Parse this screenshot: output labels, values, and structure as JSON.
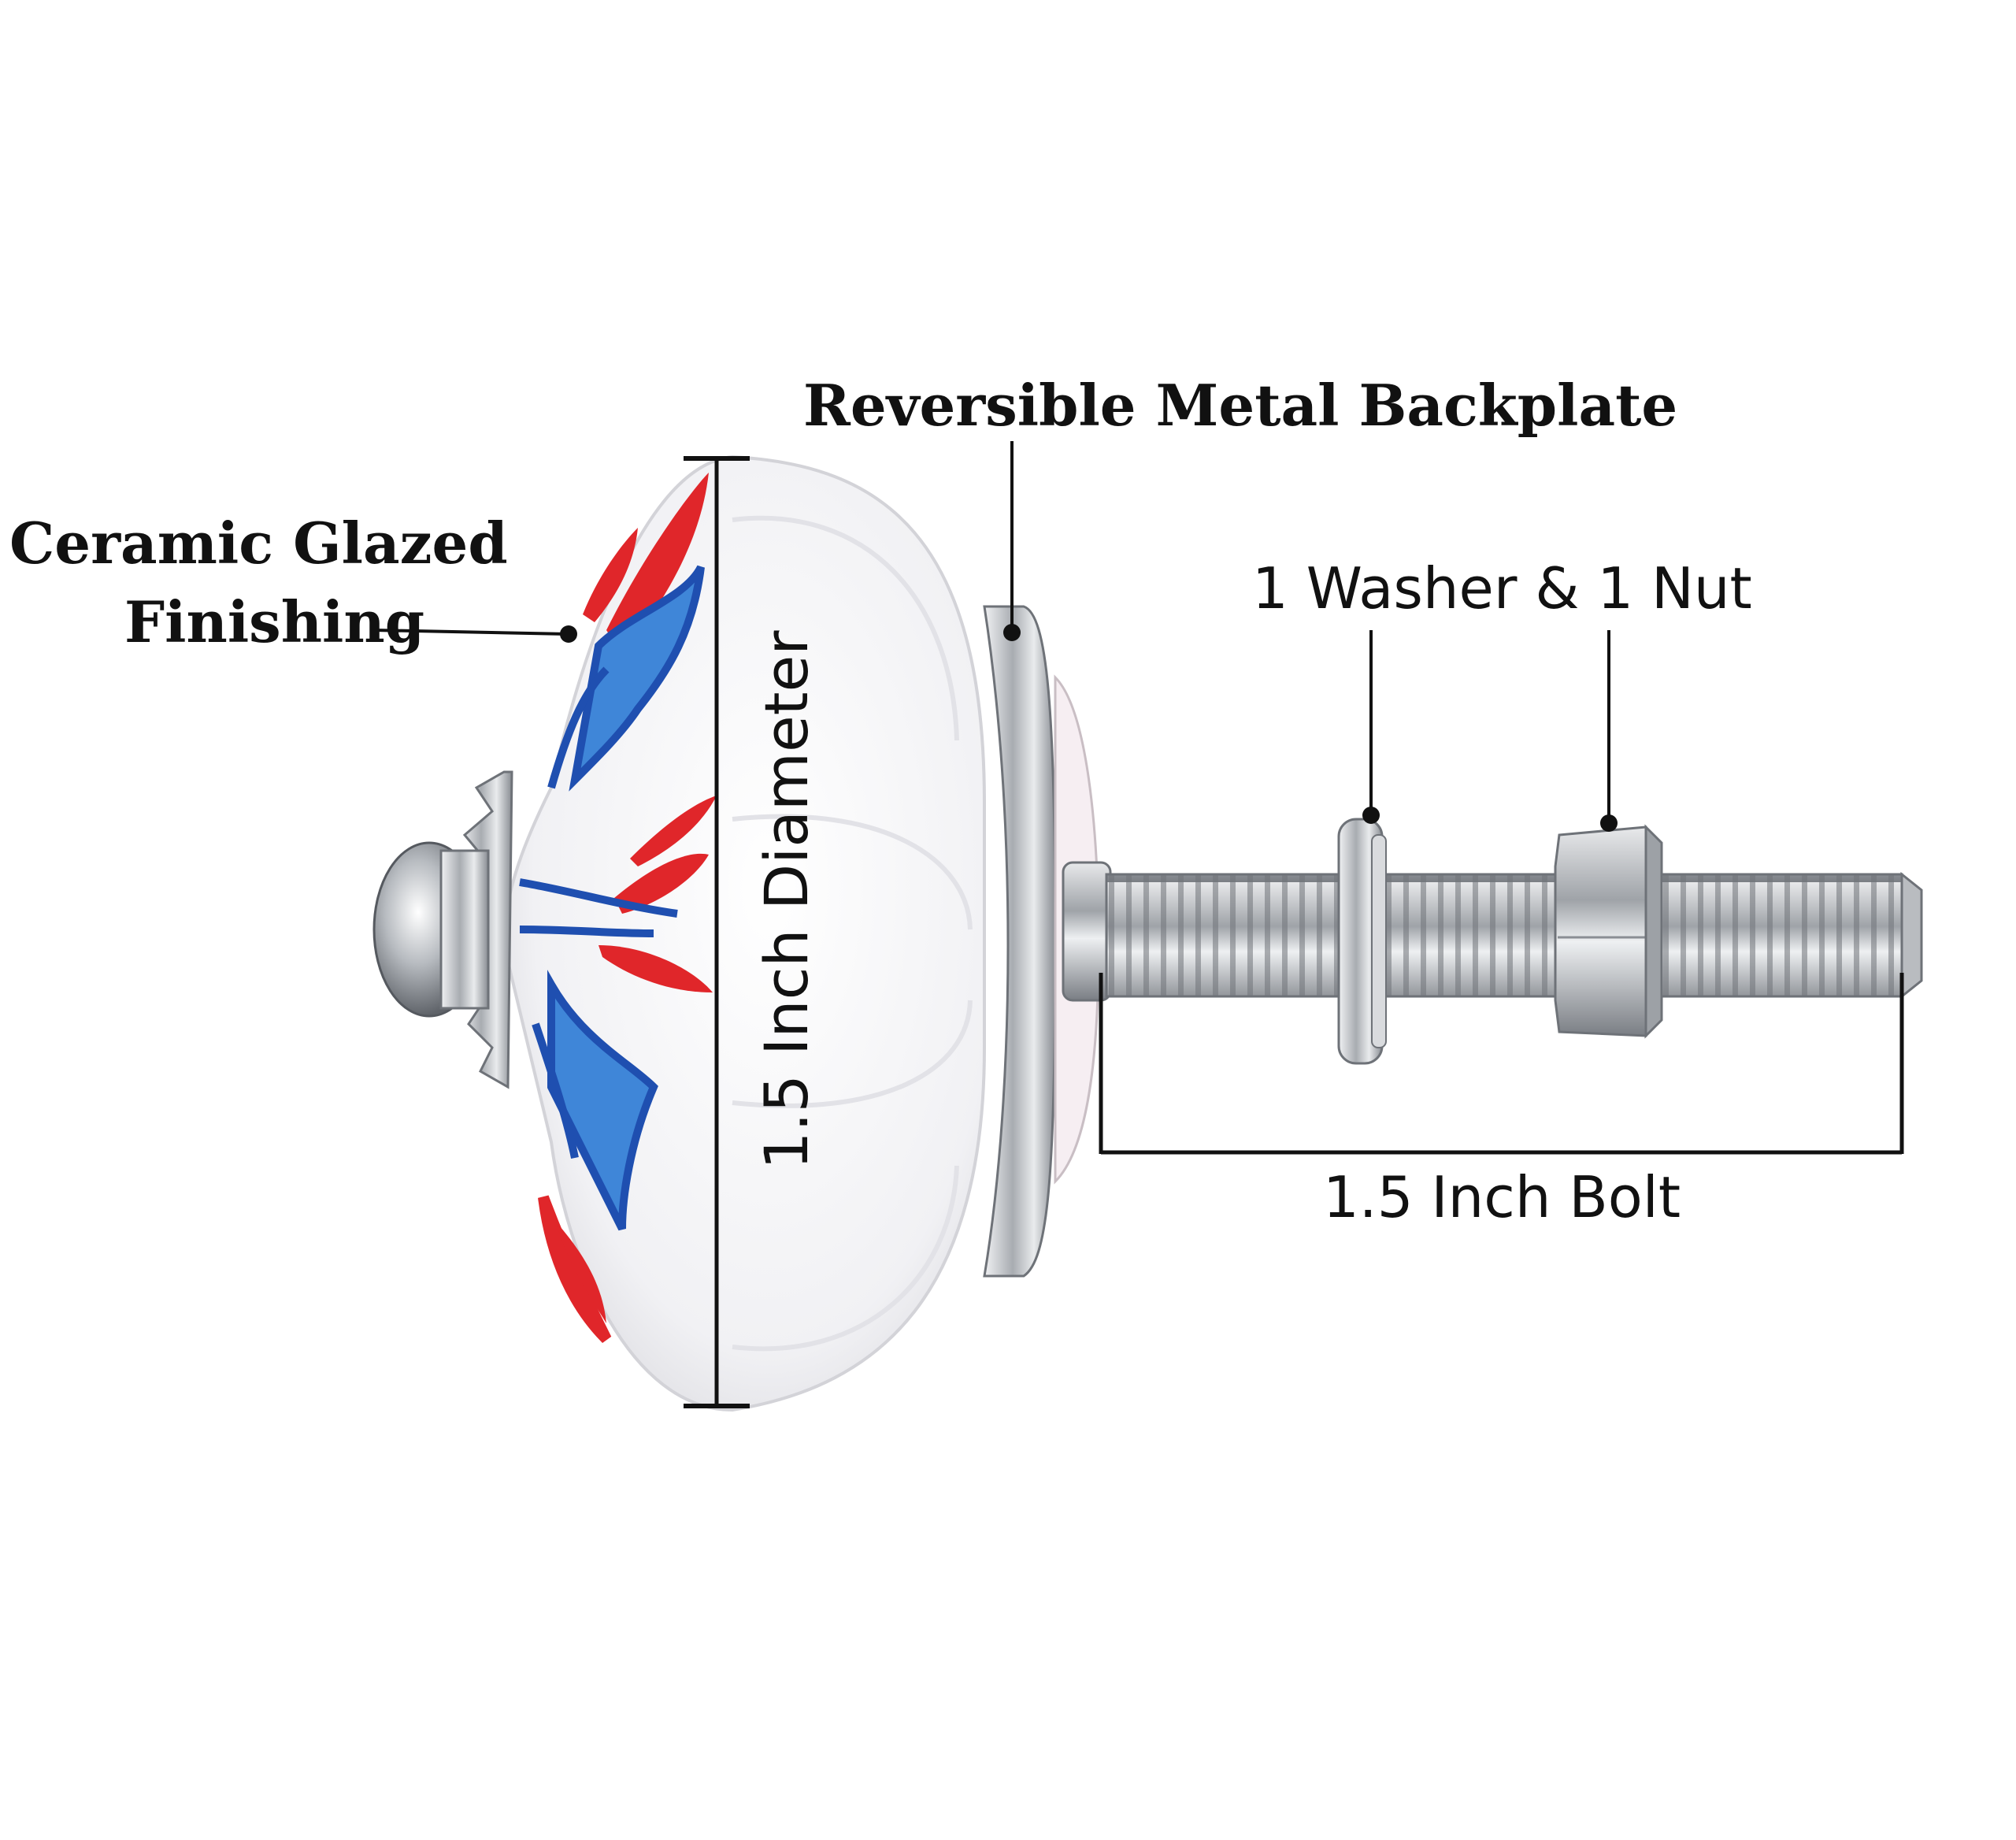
{
  "labels": {
    "ceramic_line1": "Ceramic Glazed",
    "ceramic_line2": "Finishing",
    "backplate": "Reversible Metal Backplate",
    "washer_nut": "1 Washer & 1 Nut",
    "diameter": "1.5 Inch Diameter",
    "bolt": "1.5 Inch Bolt"
  },
  "colors": {
    "ceramic": "#f4f4f6",
    "petal_red": "#e0262a",
    "petal_blue": "#1f4fb0",
    "petal_light_blue": "#3f86d8",
    "metal": "#b9bcc0",
    "metal_dark": "#7c8086",
    "line": "#111111"
  }
}
